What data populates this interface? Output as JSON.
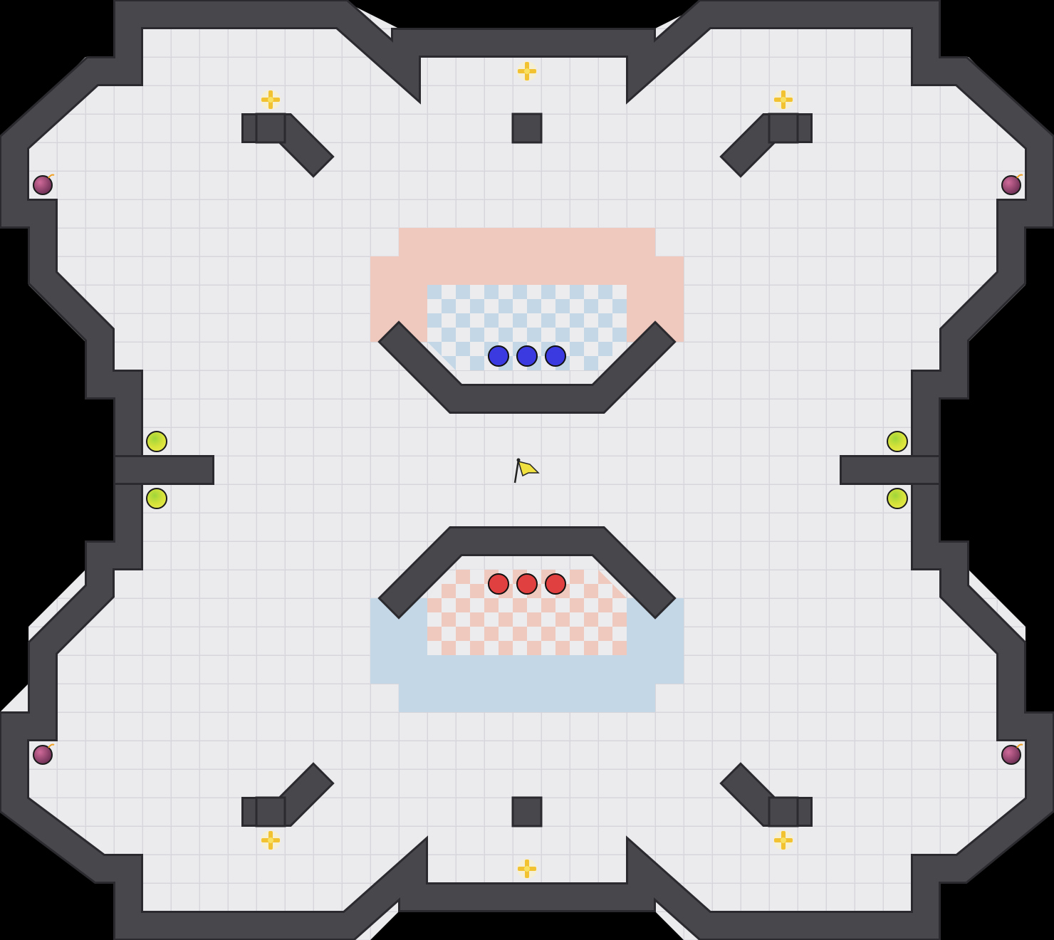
{
  "map": {
    "colors": {
      "void": "#000000",
      "floor": "#e2e2e6",
      "floor_light": "#ececee",
      "grid_line": "#cdcdd2",
      "wall_outer": "#2b2b2f",
      "wall_fill": "#48484c",
      "red_zone": "#efc9bd",
      "blue_zone": "#c3d7e6",
      "red_ball": "#e04040",
      "blue_ball": "#3a3ae0",
      "powerup_yellow": "#d9e23a",
      "bomb_purple": "#9a4a72",
      "boost_gold": "#f2c230",
      "flag_yellow": "#f0e040"
    },
    "legend": {
      "walls": "wall-segment",
      "red_balls": "red-team-ball",
      "blue_balls": "blue-team-ball",
      "powerups": "powerup-orb",
      "bombs": "bomb",
      "boosts": "speed-boost",
      "flag": "neutral-flag"
    }
  }
}
